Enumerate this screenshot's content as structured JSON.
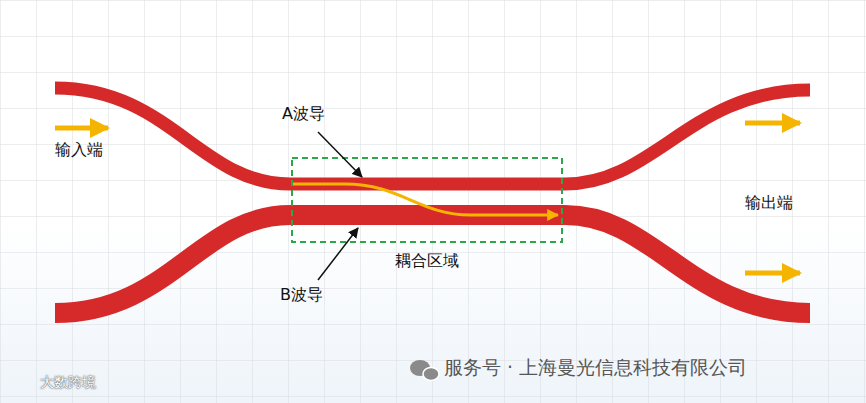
{
  "diagram": {
    "labels": [
      "输入端",
      "A波导",
      "耦合区域",
      "B波导",
      "输出端",
      "服务号 · 上海曼光信息科技有限公司",
      "大数跨境"
    ]
  }
}
